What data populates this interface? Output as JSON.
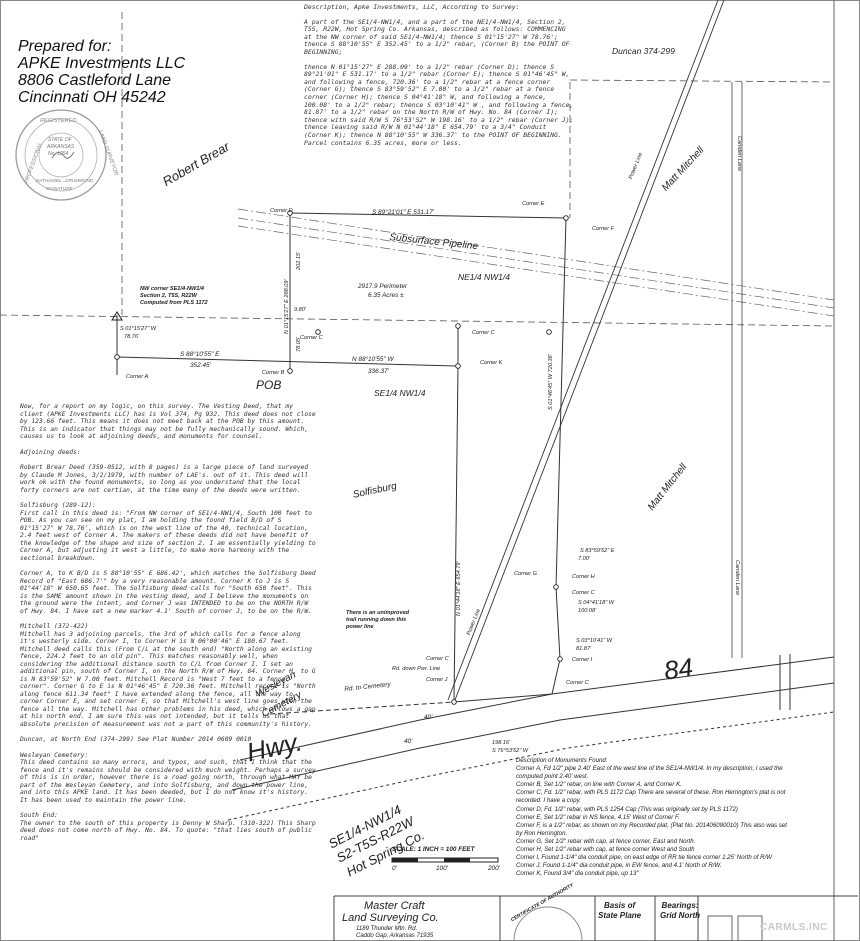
{
  "prepared_for": {
    "heading": "Prepared for:",
    "lines": [
      "APKE Investments LLC",
      "8806 Castleford Lane",
      "Cincinnati OH 45242"
    ]
  },
  "seal": {
    "top_text": "REGISTERED",
    "left_text": "PROFESSIONAL",
    "right_text": "LAND SURVEYOR",
    "center": [
      "STATE OF",
      "ARKANSAS",
      "No. 1254"
    ],
    "name_banner": "NATHANIEL...DRUMMOND",
    "signature_label": "SIGNATURE"
  },
  "description": {
    "title": "Description, Apke Investments, LLC, According to Survey:",
    "paragraphs": [
      "A part of the SE1/4-NW1/4, and a part of the NE1/4-NW1/4, Section 2, T5S, R22W, Hot Spring Co. Arkansas, described as follows: COMMENCING at the NW corner of said SE1/4-NW1/4; thence S 01°15'27\" W 78.76'; thence S 88°10'55\" E 352.45' to a 1/2\" rebar, (Corner B) the POINT OF BEGINNING;",
      "thence N 01°15'27\" E 288.09' to a 1/2\" rebar (Corner D); thence S 89°21'01\" E 531.17' to a 1/2\" rebar (Corner E); thence S 01°46'45\" W, and following a fence, 720.36' to a 1/2\" rebar at a fence corner (Corner G); thence S 83°59'52\" E 7.00' to a 1/2\" rebar at a fence corner (Corner H); thence S 04°41'18\" W, and following a fence, 100.08' to a 1/2\" rebar; thence S 03°10'41\" W , and following a fence, 81.87' to a 1/2\" rebar on the North R/W of Hwy. No. 84 (Corner I); thence with said R/W S 76°53'52\" W 198.16' to a 1/2\" rebar (Corner J); thence leaving said R/W N 01°44'18\" E 654.79' to a 3/4\" Conduit (Corner K); thence N 88°10'55\" W 336.37' to the POINT OF BEGINNING. Parcel contains 6.35 acres, more or less."
    ]
  },
  "notes": {
    "paragraphs": [
      {
        "heading": "",
        "text": "Now, for a report on my logic, on this survey. The Vesting Deed, that my client (APKE Investments LLC) has is Vol 374, Pg 932. This deed does not close by 123.66 feet. This means it does not meet back at the POB by this amount. This is an indicator that things may not be fully mechanically sound. Which, causes us to look at adjoining deeds, and monuments for counsel."
      },
      {
        "heading": "",
        "text": "Adjoining deeds:"
      },
      {
        "heading": "",
        "text": "Robert Brear Deed (359-0512, with 8 pages) is a large piece of land surveyed by Claude M Jones, 3/2/1979, with number of LAE's. out of it. This deed will work ok with the found monuments, so long as you understand that the local forty corners are not certian, at the time many of the deeds were written."
      },
      {
        "heading": "Solfisburg (289-12):",
        "text": "First call in this deed is: \"From NW corner of SE1/4-NW1/4, South 100 feet to POB. As you can see on my plat, I am holding the found field B/D of S 01°15'27\" W 78.76', which is on the west line of the 40, technical location, 2.4 feet west of Corner A. The makers of these deeds did not have benefit of the knowledge of the shape and size of section 2. I am essentially yielding to Corner A, but adjusting it west a little, to make more harmony with the sectional breakdown."
      },
      {
        "heading": "",
        "text": "Corner A, to K B/D is S 88°10'55\" E 686.42', which matches the Solfisburg Deed Record of \"East 686.7'\" by a very reasonable amount. Corner K to J is S 01°44'18\" W 650.65 feet. The Solfisburg deed calls for \"South 650 feet\". This is the SAME amount shown in the vesting deed, and I believe the monuments on the ground were the intent, and Corner J was INTENDED to be on the NORTH R/W of Hwy. 84. I have set a new marker 4.1' South of corner J, to be on the R/W."
      },
      {
        "heading": "Mitchell (372-422)",
        "text": "Mitchell has 3 adjoining parcels, the 3rd of which calls for a fence along it's westerly side. Corner I, to Corner H is N 06°00'46\" E 180.67 feet. Mitchell deed calls this (From C/L at the south end) \"North along an existing fence, 224.2 feet to an old pin\". This matches reasonably well, when considering the additional distance south to C/L from Corner I. I set an additional pin, south of Corner I, on the North R/W of Hwy. 84. Corner H, to G is N 83°59'52\" W 7.00 feet. Mitchell Record is \"West 7 feet to a fence corner\". Corner G to E is N 01°46'45\" E 720.36 feet. Mitchell record is \"North along fence 611.34 feet\" I have extended along the fence, all the way to corner Corner E, and set corner E, so that Mitchell's west line goes with the fence all the way. Mitchell has other problems in his deed, which allows a gap at his north end. I am sure this was not intended, but it tells us that absolute precision of measurement was not a part of this community's history."
      },
      {
        "heading": "",
        "text": "Duncan, at North End (374-299) See Plat Number 2014 0609 0010"
      },
      {
        "heading": "Wesleyan Cemetery:",
        "text": "This deed contains so many errors, and typos, and such, that I think that the fence and it's remains should be considered with much weight. Perhaps a survey of this is in order, however there is a road going north, through what MAY be part of the Wesleyan Cemetery, and into Solfisburg, and down the power line, and into this APKE land. It has been deeded, but I do not know it's history. It has been used to maintain the power line."
      },
      {
        "heading": "South End:",
        "text": "The owner to the south of this property is Denny W Sharp. (310-322) This Sharp deed does not come north of Hwy. No. 84. To quote: \"that lies south of public road\""
      }
    ]
  },
  "monuments": {
    "title": "Description of Monuments Found:",
    "items": [
      "Corner A, Fd 1/2\" pipe 2.40' East of the west line of the SE1/4-NW1/4. In my description, I used the computed point 2.40' west.",
      "Corner B, Set 1/2\" rebar, on line with Corner A, and Corner K.",
      "Corner C, Fd. 1/2\" rebar, with PLS 1172 Cap There are several of these. Ron Herrington's plat is not recorded. I have a copy.",
      "Corner D, Fd. 1/2\" rebar, with PLS 1254 Cap (This was originally set by PLS 1172)",
      "Corner E, Set 1/2\" rebar in NS fence, 4.15' West of Corner F.",
      "Corner F, is a 1/2\" rebar, as shown on my Recorded plat, (Plat No. 201406090010) This also was set by Ron Herrington.",
      "Corner G, Set 1/2\" rebar with cap, at fence corner, East and North.",
      "Corner H, Set 1/2\" rebar with cap, at fence corner West and South",
      "Corner I, Found 1-1/4\" dia conduit pipe, on east edge of RR tie fence corner 1.25' North of R/W",
      "Corner J, Found 1-1/4\" dia conduit pipe, in EW fence, and 4.1' North of R/W.",
      "Corner K, Found 3/4\" dia conduit pipe, up 13\""
    ]
  },
  "plat_labels": {
    "robert_brear": "Robert Brear",
    "duncan": "Duncan 374-299",
    "matt_mitchell_1": "Matt Mitchell",
    "matt_mitchell_2": "Matt Mitchell",
    "camden_lane_1": "Camden Lane",
    "camden_lane_2": "Camden Lane",
    "subsurface_pipeline": "Subsurface Pipeline",
    "ne_quarter": "NE1/4 NW1/4",
    "se_quarter": "SE1/4 NW1/4",
    "perimeter": "2917.9 Perimeter",
    "acres": "6.35 Acres ±",
    "solfisburg": "Solfisburg",
    "wesleyan": "Wesleyan",
    "cemetery": "Cemetery",
    "rd_to_cemetery": "Rd. to Cemetery",
    "rd_down_pwr_line": "Rd. down Pwr. Line",
    "power_line_1": "Power Line",
    "power_line_2": "Power Line",
    "hwy": "Hwy.",
    "hwy_number": "84",
    "pob": "POB",
    "nw_corner": [
      "NW corner SE1/4-NW1/4",
      "Section 2, T5S, R22W",
      "Computed from PLS 1172"
    ],
    "unimproved_road": [
      "There is an unimproved",
      "trail running down this",
      "power line"
    ],
    "section_block": [
      "SE1/4-NW1/4",
      "S2-T5S-R22W",
      "Hot Spring Co."
    ],
    "corners": {
      "a": "Corner A",
      "b": "Corner B",
      "c1": "Corner C",
      "c2": "Corner C",
      "c3": "Corner C",
      "c4": "Corner C",
      "c5": "Corner C",
      "d": "Corner D",
      "e": "Corner E",
      "f": "Corner F",
      "g": "Corner G",
      "h": "Corner H",
      "i": "Corner I",
      "j": "Corner J",
      "k": "Corner K"
    },
    "bearings": {
      "s89": "S 89°21'01\" E  531.17'",
      "n88_bottom_left": "S 88°10'55\" E",
      "n88_bottom_left_dist": "352.45'",
      "n88_right": "N 88°10'55\" W",
      "n88_right_dist": "336.37'",
      "s01_left": "S 01°15'27\" W",
      "s01_left_dist": "78.76'",
      "n01_center": "N 01°15'27\" E  288.09'",
      "n01_center_small": "202.15'",
      "n01_small2": "78.05'",
      "n01_small3": "9.80'",
      "n01_long": "N 01°44'18\" E  654.79'",
      "s01_long": "S 01°46'45\" W  720.36'",
      "s83": "S 83°59'52\" E",
      "s83_dist": "7.00'",
      "s04": "S 04°41'18\" W",
      "s04_dist": "100.08'",
      "s03": "S 03°10'41\" W",
      "s03_dist": "81.87'",
      "s76_dist": "198.16'",
      "s76": "S 76°53'52\" W",
      "row_40_1": "40'",
      "row_40_2": "40'"
    },
    "scale": {
      "title": "SCALE: 1 INCH = 100 FEET",
      "ticks": [
        "0'",
        "100'",
        "200'"
      ]
    }
  },
  "title_block": {
    "company": [
      "Master Craft",
      "Land Surveying Co."
    ],
    "address": [
      "1189 Thunder Mtn. Rd.",
      "Caddo Gap, Arkansas 71935"
    ],
    "basis_of": [
      "Basis of",
      "State Plane"
    ],
    "bearings": [
      "Bearings:",
      "Grid North"
    ],
    "seal_text": "CERTIFICATE OF AUTHORITY"
  },
  "watermark": "CARMLS.INC",
  "colors": {
    "ink": "#222222",
    "line": "#333333",
    "dashed": "#555555"
  }
}
